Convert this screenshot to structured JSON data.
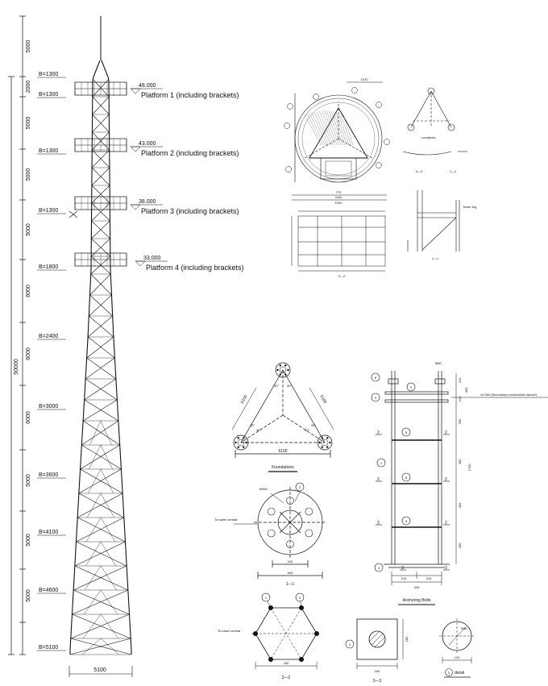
{
  "elevation": {
    "total": "50000",
    "segments": [
      "5000",
      "2000",
      "5000",
      "5000",
      "5000",
      "6000",
      "6000",
      "6000",
      "5000",
      "5000",
      "5000"
    ],
    "widths": [
      "B=1300",
      "B=1300",
      "B=1300",
      "B=1300",
      "B=1800",
      "B=2400",
      "B=3000",
      "B=3600",
      "B=4100",
      "B=4600",
      "B=5100"
    ],
    "base_width": "5100",
    "platforms": [
      {
        "level": "48.000",
        "label": "Platform 1 (including brackets)"
      },
      {
        "level": "43.000",
        "label": "Platform 2 (including brackets)"
      },
      {
        "level": "38.000",
        "label": "Platform 3 (including brackets)"
      },
      {
        "level": "33.000",
        "label": "Platform 4 (including brackets)"
      }
    ]
  },
  "foundation_plan": {
    "side_left": "5100",
    "side_right": "5100",
    "base": "5100",
    "angles": [
      "30°",
      "30°",
      "30°",
      "30°",
      "30°",
      "30°"
    ],
    "caption": "Foundations"
  },
  "anchor_plate": {
    "hole_label": "6Φ62",
    "callout": "2",
    "to_tower": "To tower central",
    "dim_inner": "240",
    "dim_outer": "640",
    "caption": "1—1"
  },
  "anchoring_bolts": {
    "bolt": "M60",
    "dims_right": [
      "210",
      "400",
      "120",
      "350",
      "450",
      "1700",
      "450",
      "450"
    ],
    "dims_bottom": [
      "215",
      "215",
      "430"
    ],
    "elevation_note": "±0.000 (Secondary construction Above)",
    "callouts": [
      "6",
      "2",
      "3",
      "1",
      "5",
      "5",
      "5",
      "4"
    ],
    "section_marks": [
      "2",
      "2",
      "2",
      "2",
      "2",
      "2",
      "3",
      "3"
    ],
    "caption": "Anchoring Bolts"
  },
  "section_22": {
    "callouts": [
      "1",
      "5"
    ],
    "to_tower": "To tower central",
    "dim": "430",
    "caption": "2—2"
  },
  "section_33": {
    "callout": "4",
    "dim_w": "180",
    "dim_h": "180",
    "caption": "3—3"
  },
  "detail3": {
    "dia": "Φ60",
    "width": "120",
    "callout": "3",
    "caption": "detail"
  },
  "platform_details": {
    "top_dim": "1570",
    "plan_dims": [
      "770",
      "1150",
      "1540"
    ],
    "notes": [
      "Locations",
      "Tower leg"
    ],
    "sections": [
      "2—2",
      "1—1",
      "3—3"
    ]
  }
}
